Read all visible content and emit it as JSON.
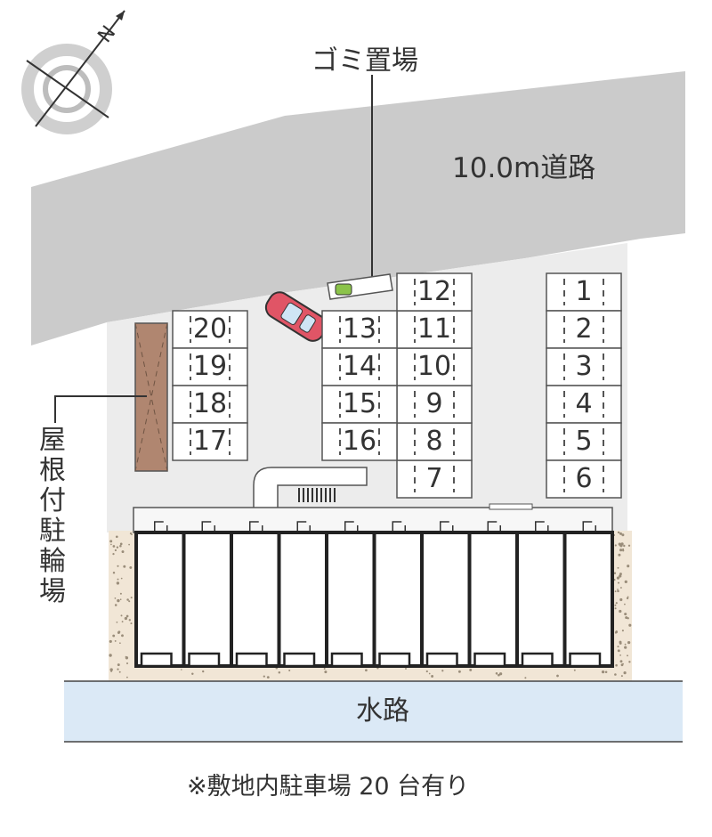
{
  "compass": {
    "north_label": "N",
    "icon": "north-arrow-icon"
  },
  "labels": {
    "garbage": "ゴミ置場",
    "road": "10.0m道路",
    "bicycle": "屋根付駐輪場",
    "water": "水路",
    "footer": "※敷地内駐車場 20 台有り"
  },
  "parking_numbers": [
    "1",
    "2",
    "3",
    "4",
    "5",
    "6",
    "7",
    "8",
    "9",
    "10",
    "11",
    "12",
    "13",
    "14",
    "15",
    "16",
    "17",
    "18",
    "19",
    "20"
  ],
  "colors": {
    "road": "#cbcbcb",
    "lot": "#ececec",
    "water": "#dbe9f6",
    "bicycle_roof": "#b08670",
    "car": "#e05566",
    "garbage_icon": "#8bc34a",
    "building_border": "#f1e6d6"
  }
}
